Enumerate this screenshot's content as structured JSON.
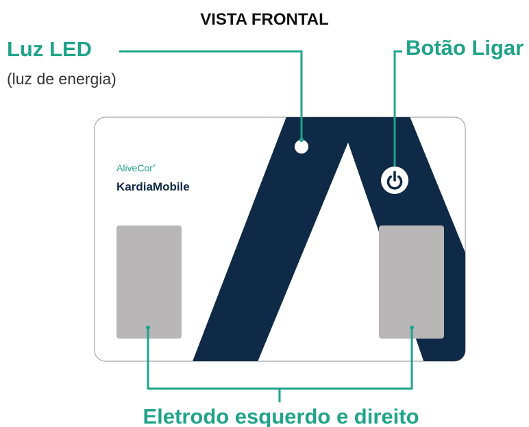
{
  "title": "VISTA FRONTAL",
  "callouts": {
    "led": {
      "label": "Luz LED",
      "sublabel": "(luz de energia)"
    },
    "power": {
      "label": "Botão Ligar"
    },
    "electrodes": {
      "label": "Eletrodo esquerdo e direito"
    }
  },
  "device": {
    "brand": "AliveCor",
    "brand_mark": "®",
    "product": "KardiaMobile"
  },
  "icons": {
    "led": "led-light-icon",
    "power": "power-icon"
  },
  "colors": {
    "accent": "#1fa38a",
    "navy": "#0f2a46",
    "electrode": "#b8b6b6",
    "device_border": "#a7a7a7",
    "title_text": "#111111",
    "sub_text": "#333333"
  }
}
